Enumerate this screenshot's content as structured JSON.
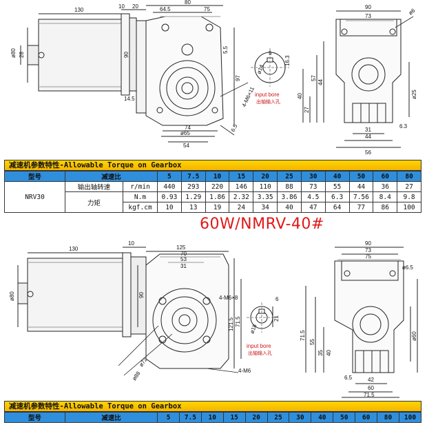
{
  "top_drawing": {
    "front": {
      "len_130": "130",
      "d10": "10",
      "d20": "20",
      "d80": "80",
      "d64_5": "64.5",
      "d75": "75",
      "d28": "28",
      "d90": "90",
      "d5_5": "5.5",
      "d97": "97",
      "d14_5": "14.5",
      "d4_m6": "4-M6×11",
      "d74": "74",
      "d65": "ø65",
      "d54": "54",
      "d6_5": "6.5",
      "d80v": "ø80"
    },
    "bore": {
      "d14": "ø14",
      "d16_3": "16.3",
      "d5": "5",
      "label_en": "input bore",
      "label_cn": "出轴输入孔"
    },
    "side": {
      "d90": "90",
      "d73": "73",
      "d6": "ø6",
      "d57": "57",
      "d44": "44",
      "d27": "27",
      "d40": "40",
      "d25": "ø25",
      "d6_3": "6.3",
      "d31": "31",
      "d44b": "44",
      "d56": "56"
    }
  },
  "table1": {
    "title": "减速机参数特性-Allowable Torque on Gearbox",
    "model_label": "型号",
    "ratio_label": "减速比",
    "ratios": [
      "5",
      "7.5",
      "10",
      "15",
      "20",
      "25",
      "30",
      "40",
      "50",
      "60",
      "80"
    ],
    "model": "NRV30",
    "speed_label": "输出轴转速",
    "speed_unit": "r/min",
    "speeds": [
      "440",
      "293",
      "220",
      "146",
      "110",
      "88",
      "73",
      "55",
      "44",
      "36",
      "27"
    ],
    "torque_label": "力矩",
    "torque_unit_nm": "N.m",
    "torque_nm": [
      "0.93",
      "1.29",
      "1.86",
      "2.32",
      "3.35",
      "3.86",
      "4.5",
      "6.3",
      "7.56",
      "8.4",
      "9.8"
    ],
    "torque_unit_kgf": "kgf.cm",
    "torque_kgf": [
      "10",
      "13",
      "19",
      "24",
      "34",
      "40",
      "47",
      "64",
      "77",
      "86",
      "100"
    ]
  },
  "product_label": "60W/NMRV-40#",
  "bottom_drawing": {
    "front": {
      "len_130": "130",
      "d10": "10",
      "d125": "125",
      "d70": "70",
      "d53": "53",
      "d31": "31",
      "d90": "90",
      "d80v": "ø80",
      "d4_m6_8": "4-M6×8",
      "d6": "6",
      "d71_5": "71.5",
      "d121_5": "121.5",
      "d18": "ø18",
      "d21": "21",
      "d72": "ø72",
      "d88": "ø88",
      "d4_m6": "4-M6"
    },
    "bore": {
      "label_en": "input bore",
      "label_cn": "出轴输入孔"
    },
    "side": {
      "d90": "90",
      "d73": "73",
      "d75": "75",
      "d6_5": "ø6.5",
      "d71_5": "71.5",
      "d55": "55",
      "d35": "35",
      "d40": "40",
      "d60": "ø60",
      "d6_5b": "6.5",
      "d42": "42",
      "d60b": "60",
      "d71_5b": "71.5"
    }
  },
  "table2": {
    "title": "减速机参数特性-Allowable Torque on Gearbox",
    "model_label": "型号",
    "ratio_label": "减速比",
    "ratios": [
      "5",
      "7.5",
      "10",
      "15",
      "20",
      "25",
      "30",
      "40",
      "50",
      "60",
      "80",
      "100"
    ]
  }
}
